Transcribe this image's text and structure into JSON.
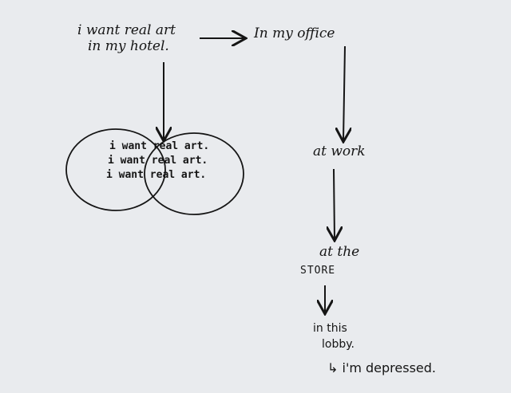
{
  "nodes": {
    "start_line1": "i want real art",
    "start_line2": "in my hotel.",
    "office": "In my office",
    "venn_lines": [
      "i want real art.",
      "i want real art.",
      "i want real art."
    ],
    "work": "at work",
    "store_line1": "at the",
    "store_line2": "STORE",
    "lobby_line1": "in this",
    "lobby_line2": "lobby.",
    "depressed": "↳ i'm depressed."
  },
  "colors": {
    "paper": "#e9ebee",
    "ink": "#151515"
  }
}
